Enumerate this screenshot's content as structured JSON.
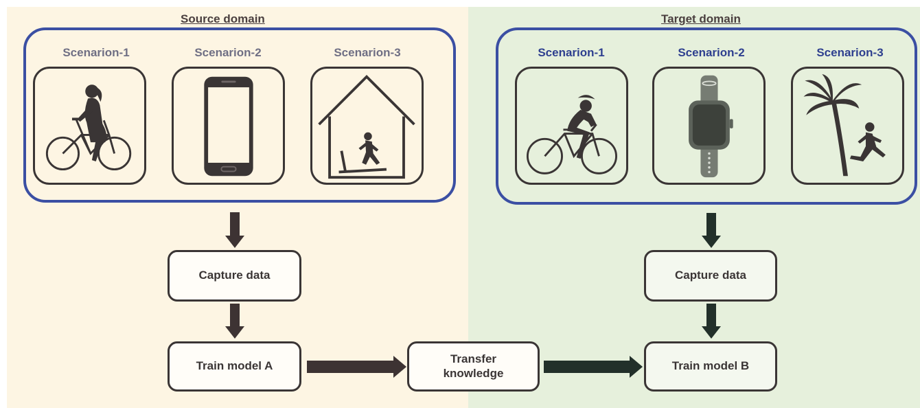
{
  "source": {
    "title": "Source domain",
    "scenarios": [
      "Scenarion-1",
      "Scenarion-2",
      "Scenarion-3"
    ],
    "icons": [
      "woman-cycling-icon",
      "smartphone-icon",
      "treadmill-house-icon"
    ],
    "capture_label": "Capture data",
    "train_label": "Train model A"
  },
  "target": {
    "title": "Target domain",
    "scenarios": [
      "Scenarion-1",
      "Scenarion-2",
      "Scenarion-3"
    ],
    "icons": [
      "cyclist-icon",
      "smartwatch-icon",
      "palm-tree-runner-icon"
    ],
    "capture_label": "Capture data",
    "train_label": "Train model B"
  },
  "transfer": {
    "line1": "Transfer",
    "line2": "knowledge"
  },
  "colors": {
    "source_bg": "#fdf5e3",
    "target_bg": "#e6f0dc",
    "group_border": "#3b4fa3",
    "source_label": "#6f6f84",
    "target_label": "#2e3f8f",
    "ink": "#3a3535"
  }
}
